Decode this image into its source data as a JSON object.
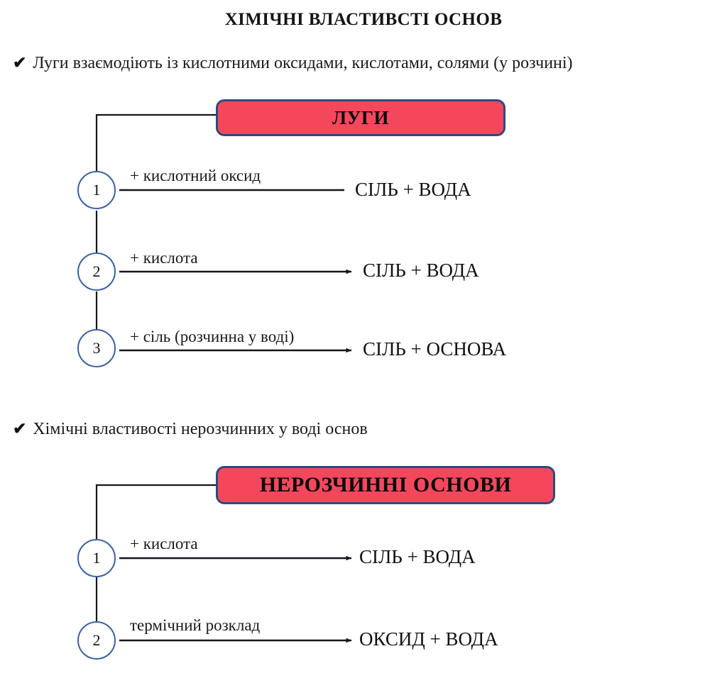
{
  "page": {
    "title": "ХІМІЧНІ ВЛАСТИВСТІ ОСНОВ",
    "bullet_mark": "✔"
  },
  "sections": [
    {
      "id": "lugy",
      "bullet_text": "Луги взаємодіють із кислотними оксидами, кислотами, солями (у розчині)",
      "header": "ЛУГИ",
      "header_fill": "#f5475c",
      "header_border": "#2f4a7c",
      "rows": [
        {
          "number": "1",
          "condition": "+ кислотний оксид",
          "product": "СІЛЬ + ВОДА",
          "arrowhead": false
        },
        {
          "number": "2",
          "condition": "+ кислота",
          "product": "СІЛЬ + ВОДА",
          "arrowhead": true
        },
        {
          "number": "3",
          "condition": "+ сіль (розчинна у воді)",
          "product": "СІЛЬ + ОСНОВА",
          "arrowhead": true
        }
      ]
    },
    {
      "id": "nerozch",
      "bullet_text": "Хімічні властивості нерозчинних у воді основ",
      "header": "НЕРОЗЧИННІ ОСНОВИ",
      "header_fill": "#f5475c",
      "header_border": "#2f4a7c",
      "rows": [
        {
          "number": "1",
          "condition": "+ кислота",
          "product": "СІЛЬ + ВОДА",
          "arrowhead": true
        },
        {
          "number": "2",
          "condition": "термічний розклад",
          "product": "ОКСИД + ВОДА",
          "arrowhead": true
        }
      ]
    }
  ]
}
